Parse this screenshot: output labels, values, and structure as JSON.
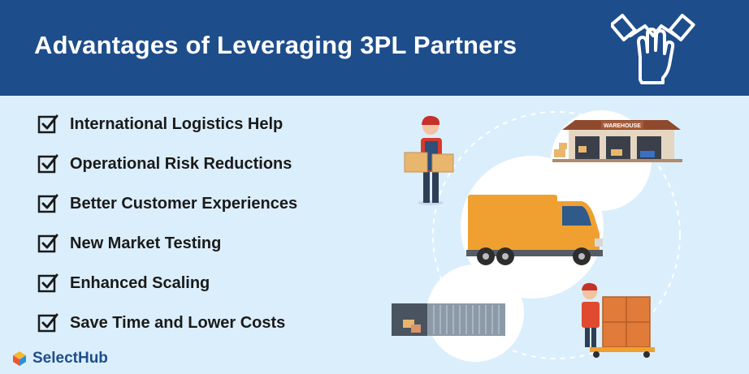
{
  "header": {
    "title": "Advantages of Leveraging 3PL Partners",
    "icon": "hands-teamwork-icon",
    "background_color": "#1e4d8b"
  },
  "checklist": {
    "items": [
      {
        "label": "International Logistics Help"
      },
      {
        "label": "Operational Risk Reductions"
      },
      {
        "label": "Better Customer Experiences"
      },
      {
        "label": "New Market Testing"
      },
      {
        "label": "Enhanced Scaling"
      },
      {
        "label": "Save Time and Lower Costs"
      }
    ]
  },
  "illustration": {
    "warehouse_sign": "WAREHOUSE"
  },
  "logo": {
    "text": "SelectHub"
  },
  "colors": {
    "background": "#dbeefb",
    "header": "#1e4d8b",
    "truck": "#f0a030",
    "text": "#1a1a1a"
  }
}
